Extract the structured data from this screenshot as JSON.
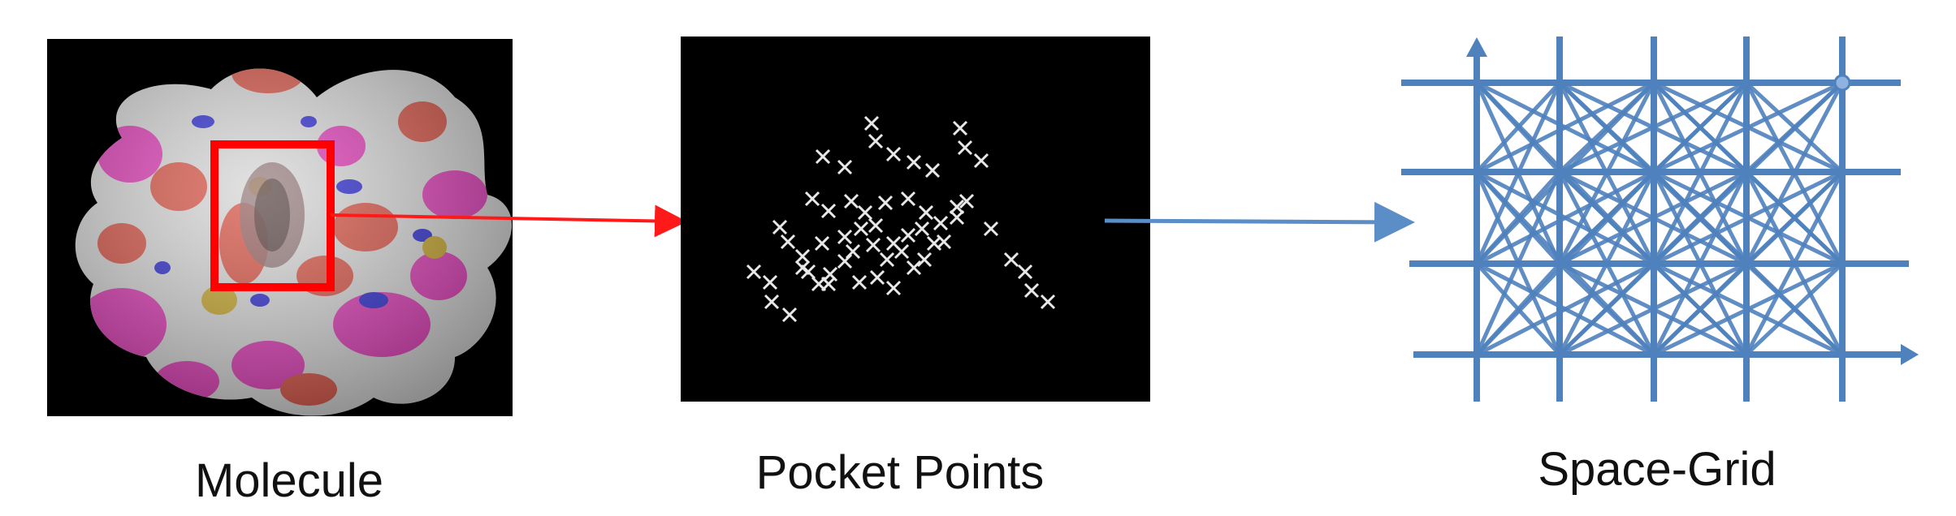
{
  "labels": {
    "molecule": "Molecule",
    "pocket_points": "Pocket Points",
    "space_grid": "Space-Grid"
  },
  "colors": {
    "background": "#ffffff",
    "panel_black": "#000000",
    "highlight_red": "#ff0000",
    "arrow_red": "#ff1a1a",
    "grid_blue": "#4f81bd",
    "arrow_blue": "#5b8ec6",
    "marker_white": "#e8e8e8",
    "surface_white": "#dcdcdc",
    "surface_magenta": "#e040b8",
    "surface_red": "#d9584a",
    "surface_blue": "#3030d0",
    "surface_yellow": "#c8a830"
  },
  "icons": {
    "pocket_marker": "cross-marker-icon",
    "grid_node": "circle-node-icon"
  }
}
